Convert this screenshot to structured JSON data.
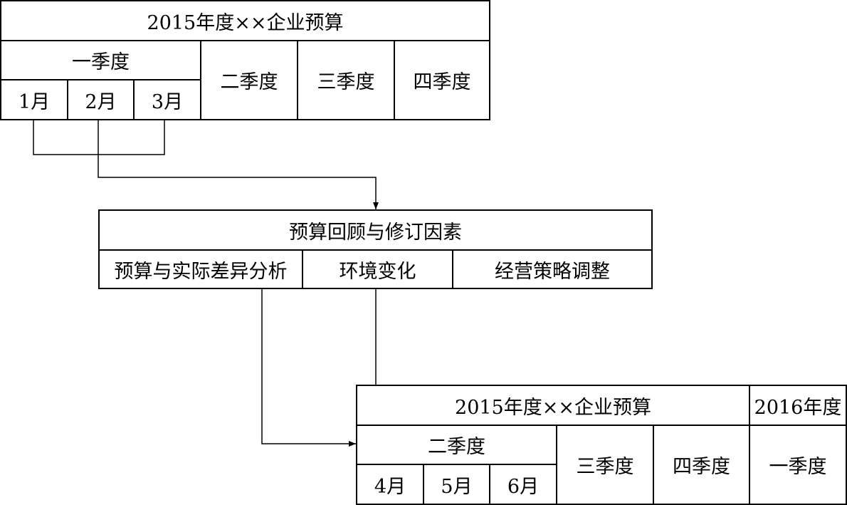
{
  "top_table": {
    "title": "2015年度××企业预算",
    "q1": "一季度",
    "months": [
      "1月",
      "2月",
      "3月"
    ],
    "q2": "二季度",
    "q3": "三季度",
    "q4": "四季度"
  },
  "review_table": {
    "title": "预算回顾与修订因素",
    "factors": [
      "预算与实际差异分析",
      "环境变化",
      "经营策略调整"
    ]
  },
  "bottom_table": {
    "title": "2015年度××企业预算",
    "next_year": "2016年度",
    "q2": "二季度",
    "months": [
      "4月",
      "5月",
      "6月"
    ],
    "q3": "三季度",
    "q4": "四季度",
    "next_q1": "一季度"
  }
}
